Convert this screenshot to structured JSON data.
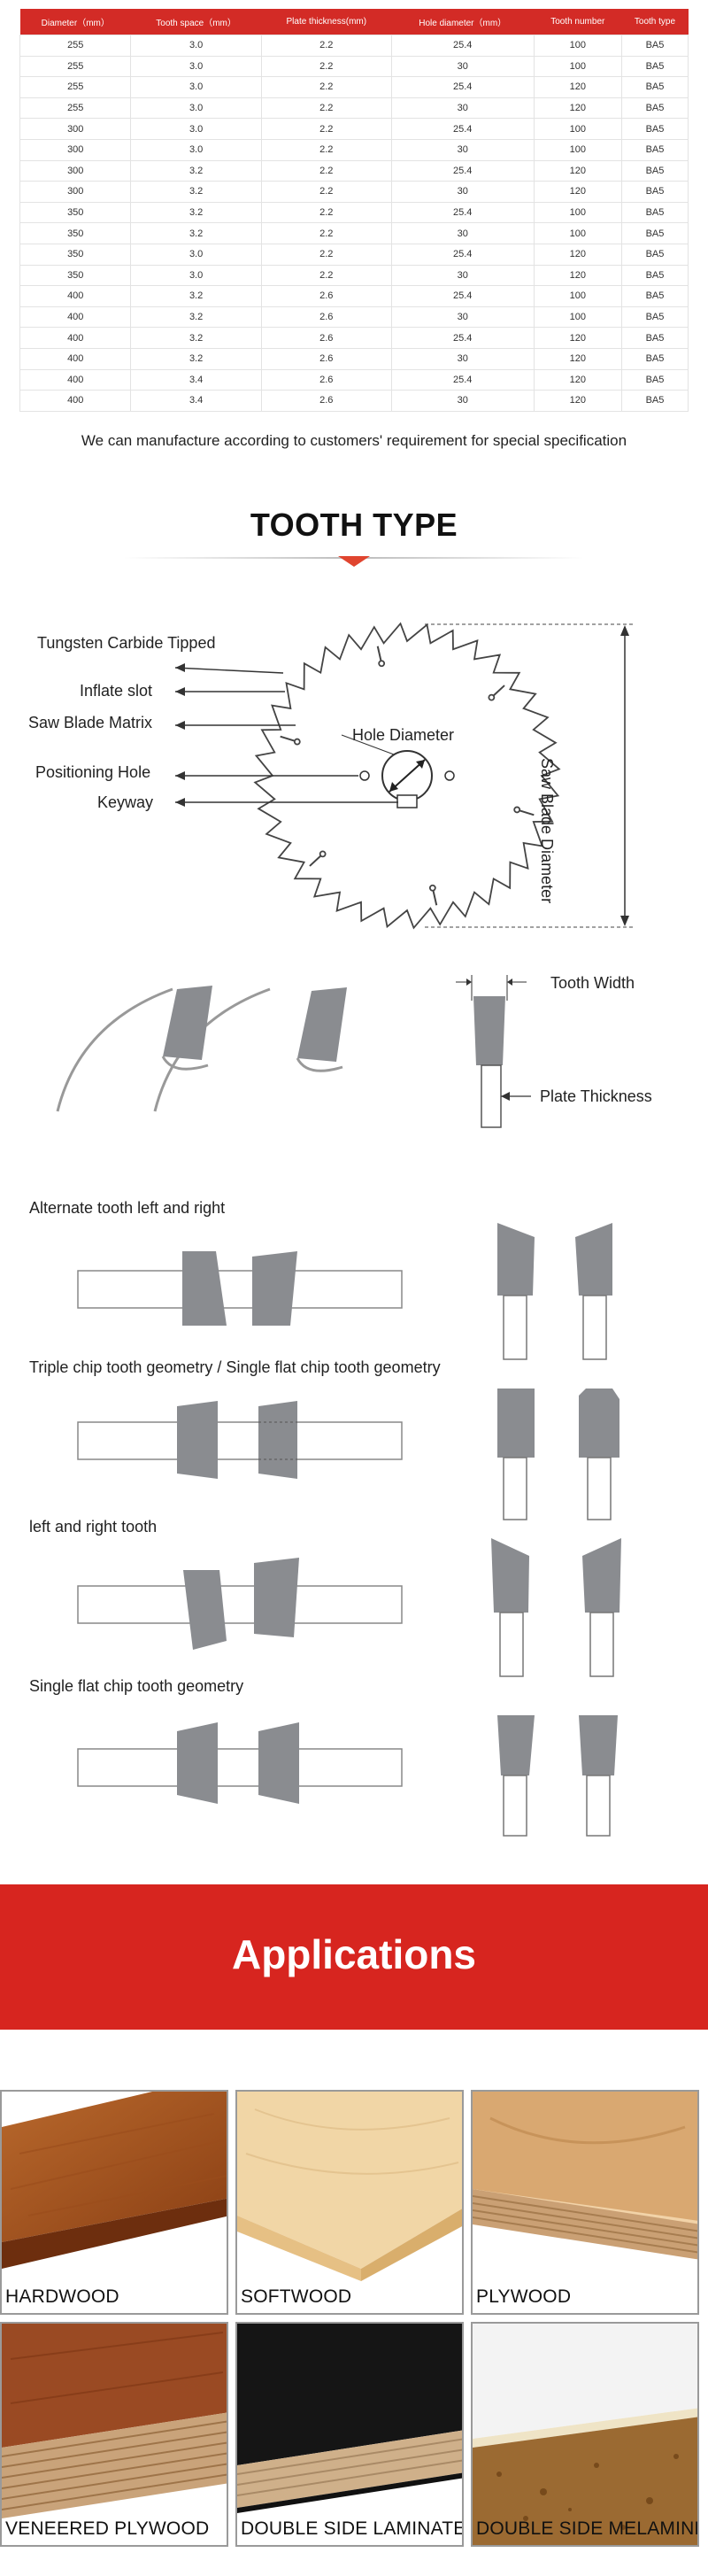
{
  "spec_table": {
    "headers": [
      "Diameter（mm）",
      "Tooth space（mm）",
      "Plate thickness(mm)",
      "Hole diameter（mm）",
      "Tooth number",
      "Tooth type"
    ],
    "rows": [
      [
        "255",
        "3.0",
        "2.2",
        "25.4",
        "100",
        "BA5"
      ],
      [
        "255",
        "3.0",
        "2.2",
        "30",
        "100",
        "BA5"
      ],
      [
        "255",
        "3.0",
        "2.2",
        "25.4",
        "120",
        "BA5"
      ],
      [
        "255",
        "3.0",
        "2.2",
        "30",
        "120",
        "BA5"
      ],
      [
        "300",
        "3.0",
        "2.2",
        "25.4",
        "100",
        "BA5"
      ],
      [
        "300",
        "3.0",
        "2.2",
        "30",
        "100",
        "BA5"
      ],
      [
        "300",
        "3.2",
        "2.2",
        "25.4",
        "120",
        "BA5"
      ],
      [
        "300",
        "3.2",
        "2.2",
        "30",
        "120",
        "BA5"
      ],
      [
        "350",
        "3.2",
        "2.2",
        "25.4",
        "100",
        "BA5"
      ],
      [
        "350",
        "3.2",
        "2.2",
        "30",
        "100",
        "BA5"
      ],
      [
        "350",
        "3.0",
        "2.2",
        "25.4",
        "120",
        "BA5"
      ],
      [
        "350",
        "3.0",
        "2.2",
        "30",
        "120",
        "BA5"
      ],
      [
        "400",
        "3.2",
        "2.6",
        "25.4",
        "100",
        "BA5"
      ],
      [
        "400",
        "3.2",
        "2.6",
        "30",
        "100",
        "BA5"
      ],
      [
        "400",
        "3.2",
        "2.6",
        "25.4",
        "120",
        "BA5"
      ],
      [
        "400",
        "3.2",
        "2.6",
        "30",
        "120",
        "BA5"
      ],
      [
        "400",
        "3.4",
        "2.6",
        "25.4",
        "120",
        "BA5"
      ],
      [
        "400",
        "3.4",
        "2.6",
        "30",
        "120",
        "BA5"
      ]
    ]
  },
  "manufacture_note": "We can manufacture according to customers' requirement for special specification",
  "tooth_type": {
    "title": "TOOTH TYPE",
    "blade_labels": {
      "tungsten": "Tungsten Carbide Tipped",
      "inflate_slot": "Inflate slot",
      "matrix": "Saw Blade Matrix",
      "positioning_hole": "Positioning Hole",
      "keyway": "Keyway",
      "hole_diameter": "Hole Diameter",
      "saw_blade_diameter": "Saw Blade Diameter"
    },
    "tooth_width": "Tooth Width",
    "plate_thickness": "Plate Thickness",
    "geometries": [
      "Alternate tooth left and right",
      "Triple chip tooth geometry / Single flat chip tooth geometry",
      "left and right tooth",
      "Single flat chip tooth geometry"
    ]
  },
  "applications": {
    "title": "Applications",
    "materials": [
      "HARDWOOD",
      "SOFTWOOD",
      "PLYWOOD",
      "VENEERED PLYWOOD",
      "DOUBLE SIDE LAMINATE",
      "DOUBLE SIDE MELAMINE"
    ]
  },
  "colors": {
    "accent_red": "#d32b26",
    "banner_red": "#d7251f",
    "tooth_gray": "#8a8c90"
  }
}
